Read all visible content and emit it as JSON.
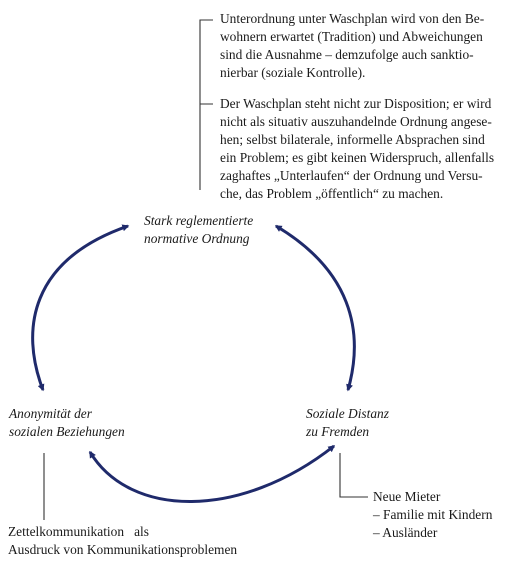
{
  "caption_fragment": "Page Abbildung …",
  "annotations": {
    "top_1": "Unterordnung unter Waschplan wird von den Bewohnern erwartet (Tradition) und Abweichungen sind die Ausnahme – demzufolge auch sanktionierbar (soziale Kontrolle).",
    "top_2": "Der Waschplan steht nicht zur Disposition; er wird nicht als situativ auszuhandelnde Ordnung angesehen; selbst bilaterale, informelle Absprachen sind ein Problem; es gibt keinen Widerspruch, allenfalls zaghaftes „Unterlaufen“ der Ordnung und Versuche, das Problem „öffentlich“ zu machen.",
    "bottom_right_title": "Neue Mieter",
    "bottom_right_items": [
      "– Familie mit Kindern",
      "– Ausländer"
    ],
    "bottom_left": "Zettelkommunikation als Ausdruck von Kommunikationsproblemen"
  },
  "nodes": {
    "top": {
      "line1": "Stark reglementierte",
      "line2": "normative Ordnung"
    },
    "left": {
      "line1": "Anonymität der",
      "line2": "sozialen Beziehungen"
    },
    "right": {
      "line1": "Soziale Distanz",
      "line2": "zu Fremden"
    }
  },
  "colors": {
    "arrow": "#1f2a6b",
    "text": "#1a1a1a",
    "connector": "#333333"
  }
}
